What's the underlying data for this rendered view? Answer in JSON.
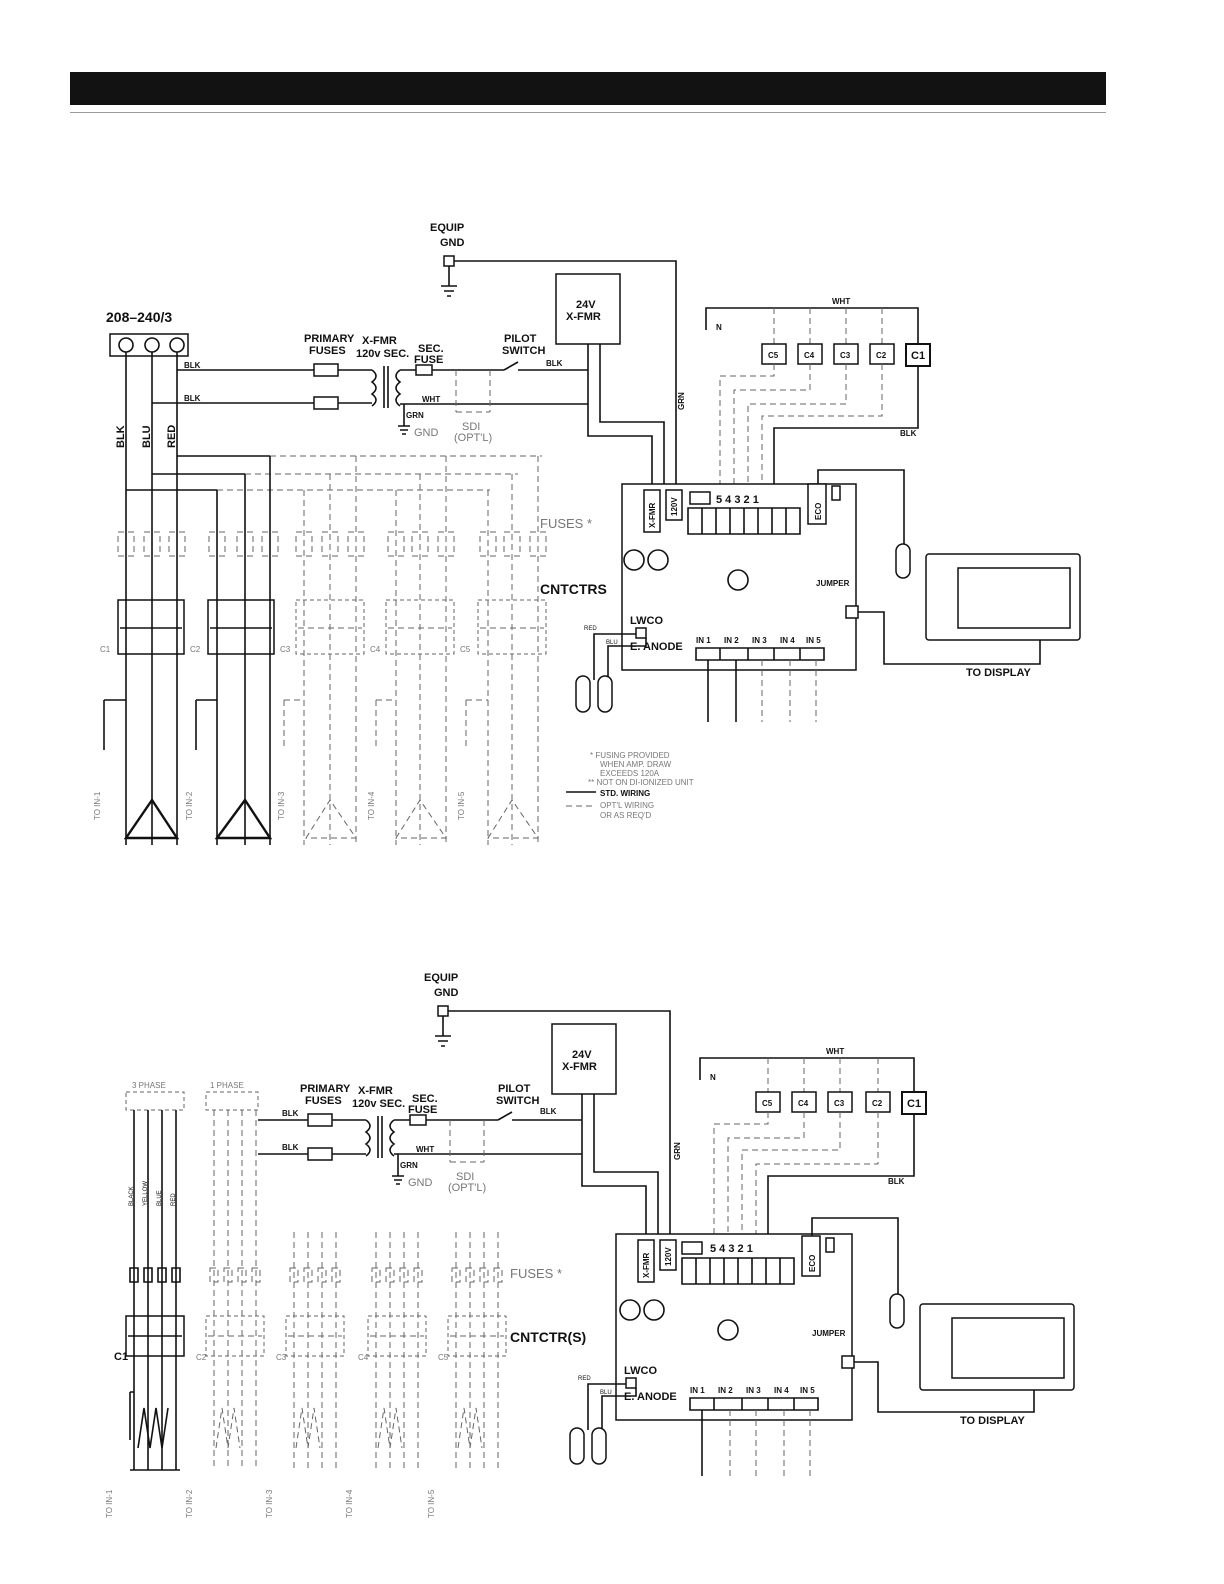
{
  "diagram1": {
    "equip_gnd_line1": "EQUIP",
    "equip_gnd_line2": "GND",
    "supply": "208–240/3",
    "xfmr_24v_line1": "24V",
    "xfmr_24v_line2": "X-FMR",
    "primary_fuses_line1": "PRIMARY",
    "primary_fuses_line2": "FUSES",
    "xfmr_line1": "X-FMR",
    "xfmr_line2": "120v SEC.",
    "sec_fuse_line1": "SEC.",
    "sec_fuse_line2": "FUSE",
    "pilot_line1": "PILOT",
    "pilot_line2": "SWITCH",
    "gnd": "GND",
    "sdi_line1": "SDI",
    "sdi_line2": "(OPT'L)",
    "wire_blk": "BLK",
    "wire_wht": "WHT",
    "wire_grn": "GRN",
    "wire_red": "RED",
    "wire_blu": "BLU",
    "neutral": "N",
    "line_labels": [
      "BLK",
      "BLU",
      "RED"
    ],
    "fuses_label": "FUSES *",
    "cntctrs_label": "CNTCTRS",
    "contactors": [
      "C1",
      "C2",
      "C3",
      "C4",
      "C5"
    ],
    "coil_boxes": [
      "C5",
      "C4",
      "C3",
      "C2"
    ],
    "coil_c1": "C1",
    "to_in": [
      "TO IN-1",
      "TO IN-2",
      "TO IN-3",
      "TO IN-4",
      "TO IN-5"
    ],
    "board_xfmr": "X-FMR",
    "board_120v": "120V",
    "board_terms": "5 4 3 2 1",
    "board_eco": "ECO",
    "board_jumper": "JUMPER",
    "board_lwco": "LWCO",
    "board_anode": "E. ANODE",
    "board_inputs": [
      "IN 1",
      "IN 2",
      "IN 3",
      "IN 4",
      "IN 5"
    ],
    "to_display": "TO DISPLAY",
    "notes": [
      "* FUSING PROVIDED",
      "WHEN AMP. DRAW",
      "EXCEEDS 120A",
      "** NOT ON DI-IONIZED UNIT"
    ],
    "legend_std": "STD. WIRING",
    "legend_opt_line1": "OPT'L WIRING",
    "legend_opt_line2": "OR AS REQ'D"
  },
  "diagram2": {
    "equip_gnd_line1": "EQUIP",
    "equip_gnd_line2": "GND",
    "three_phase": "3 PHASE",
    "one_phase": "1 PHASE",
    "xfmr_24v_line1": "24V",
    "xfmr_24v_line2": "X-FMR",
    "primary_fuses_line1": "PRIMARY",
    "primary_fuses_line2": "FUSES",
    "xfmr_line1": "X-FMR",
    "xfmr_line2": "120v SEC.",
    "sec_fuse_line1": "SEC.",
    "sec_fuse_line2": "FUSE",
    "pilot_line1": "PILOT",
    "pilot_line2": "SWITCH",
    "gnd": "GND",
    "sdi_line1": "SDI",
    "sdi_line2": "(OPT'L)",
    "wire_blk": "BLK",
    "wire_wht": "WHT",
    "wire_grn": "GRN",
    "wire_red": "RED",
    "wire_blu": "BLU",
    "neutral": "N",
    "color_labels": [
      "BLACK",
      "YELLOW",
      "BLUE",
      "RED"
    ],
    "fuses_label": "FUSES *",
    "cntctrs_label": "CNTCTR(S)",
    "contactors": [
      "C1",
      "C2",
      "C3",
      "C4",
      "C5"
    ],
    "coil_boxes": [
      "C5",
      "C4",
      "C3",
      "C2"
    ],
    "coil_c1": "C1",
    "to_in": [
      "TO IN-1",
      "TO IN-2",
      "TO IN-3",
      "TO IN-4",
      "TO IN-5"
    ],
    "board_xfmr": "X-FMR",
    "board_120v": "120V",
    "board_terms": "5 4 3 2 1",
    "board_eco": "ECO",
    "board_jumper": "JUMPER",
    "board_lwco": "LWCO",
    "board_anode": "E. ANODE",
    "board_inputs": [
      "IN 1",
      "IN 2",
      "IN 3",
      "IN 4",
      "IN 5"
    ],
    "to_display": "TO DISPLAY"
  }
}
